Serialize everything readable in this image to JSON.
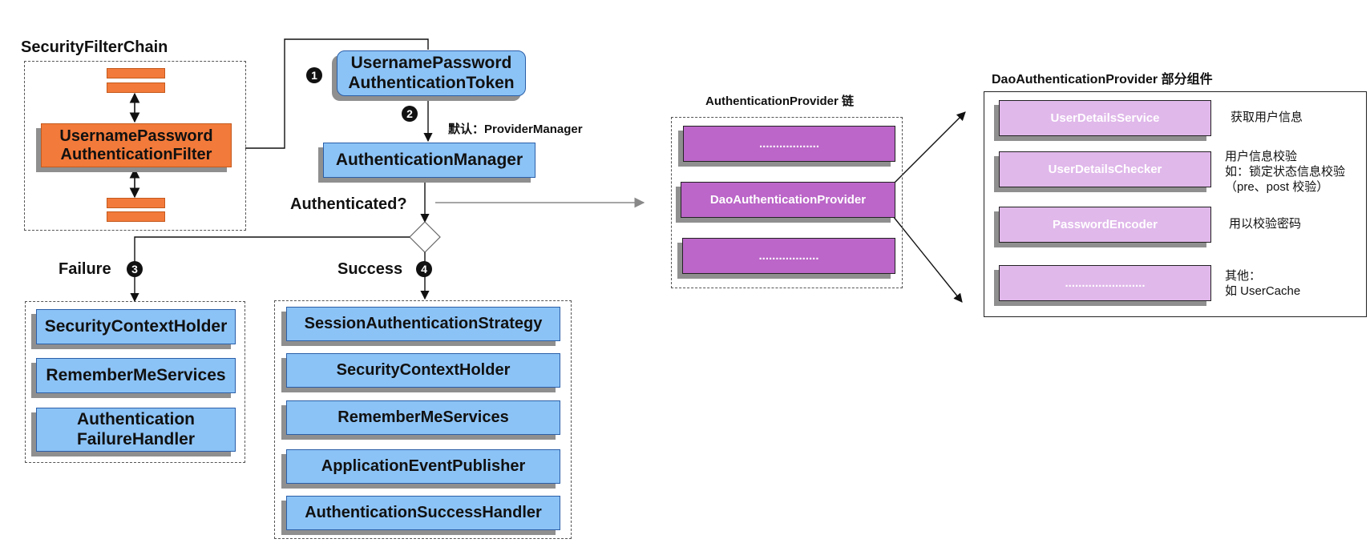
{
  "security_filter_chain": {
    "title": "SecurityFilterChain",
    "filter_label": "UsernamePassword\nAuthenticationFilter"
  },
  "token": {
    "label": "UsernamePassword\nAuthenticationToken"
  },
  "manager": {
    "label": "AuthenticationManager",
    "default_note": "默认：ProviderManager"
  },
  "decision": {
    "question": "Authenticated?"
  },
  "steps": {
    "one": "1",
    "two": "2",
    "three": "3",
    "four": "4"
  },
  "failure": {
    "label": "Failure",
    "items": [
      "SecurityContextHolder",
      "RememberMeServices",
      "Authentication\nFailureHandler"
    ]
  },
  "success": {
    "label": "Success",
    "items": [
      "SessionAuthenticationStrategy",
      "SecurityContextHolder",
      "RememberMeServices",
      "ApplicationEventPublisher",
      "AuthenticationSuccessHandler"
    ]
  },
  "provider_chain": {
    "title": "AuthenticationProvider 链",
    "items": [
      "..................",
      "DaoAuthenticationProvider",
      ".................."
    ]
  },
  "dao_components": {
    "title": "DaoAuthenticationProvider 部分组件",
    "items": [
      {
        "name": "UserDetailsService",
        "note": "获取用户信息"
      },
      {
        "name": "UserDetailsChecker",
        "note": "用户信息校验\n如：锁定状态信息校验\n（pre、post 校验）"
      },
      {
        "name": "PasswordEncoder",
        "note": "用以校验密码"
      },
      {
        "name": "........................",
        "note": "其他：\n如 UserCache"
      }
    ]
  },
  "colors": {
    "blue": "#8cc3f6",
    "orange": "#f27a3a",
    "purple": "#bb66c8",
    "lilac": "#e0b8ea"
  }
}
